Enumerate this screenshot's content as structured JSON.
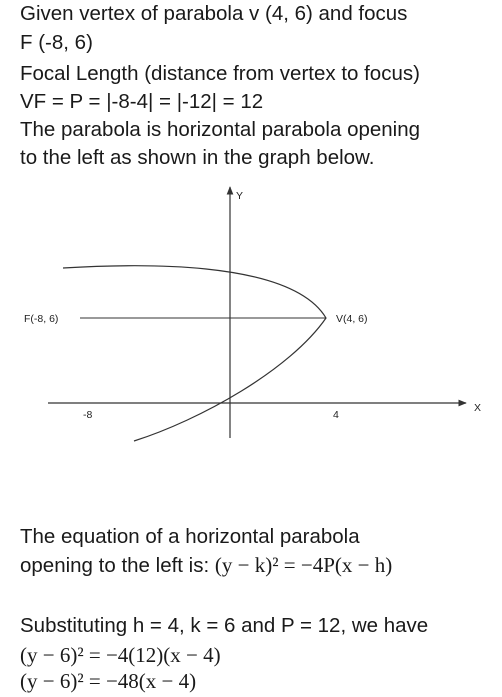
{
  "intro": {
    "line1": "Given vertex of parabola v (4, 6) and focus",
    "line2": "F (-8, 6)",
    "line3": "Focal Length (distance from vertex to focus)",
    "line4": "VF = P = |-8-4| = |-12| = 12",
    "line5": "The parabola is horizontal parabola opening",
    "line6": "to the left as shown in the graph below."
  },
  "graph": {
    "y_axis_label": "Y",
    "x_axis_label": "X",
    "focus_label": "F(-8, 6)",
    "vertex_label": "V(4, 6)",
    "tick_neg8": "-8",
    "tick_4": "4"
  },
  "equation": {
    "line1": "The equation of a horizontal parabola",
    "line2_text": "opening to the left is: ",
    "line2_math": "(y − k)² = −4P(x − h)",
    "line3": "Substituting h = 4, k = 6 and P = 12, we have",
    "line4": "(y − 6)² = −4(12)(x − 4)",
    "line5": "(y − 6)² = −48(x − 4)"
  }
}
